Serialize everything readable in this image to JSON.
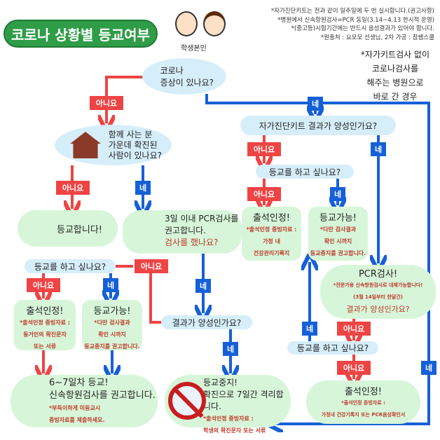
{
  "title": "코로나 상황별 등교여부",
  "subject_label": "학생본인",
  "notes": [
    "*자가진단키트는 전과 같이 일주일에 두 번 실시합니다.(권고사항)",
    "*병원에서 신속항원검사=PCR 동일(3.14~4.13 한시적 운영)",
    "*(중고등)시험기간에는 반드시 음성결과가 있어야 합니다.",
    "*원출처 : 요모모 선생님, 2차 가공 : 참쌤스쿨"
  ],
  "star_note": [
    "*자가키트검사 없이",
    "코로나검사를",
    "해주는 병원으로",
    "바로 간 경우"
  ],
  "labels": {
    "no": "아니요",
    "yes": "네"
  },
  "q_symptom": [
    "코로나",
    "증상이 있나요?"
  ],
  "q_household": [
    "함께 사는 분",
    "가운데 확진된",
    "사람이 있나요?"
  ],
  "q_selfkit": "자가진단키트 결과가 양성인가요?",
  "q_want_school": "등교를 하고 싶나요?",
  "q_result": "결과가 양성인가요?",
  "go_school": "등교합니다!",
  "pcr3": {
    "l1": "3일 이내 PCR검사를",
    "l2": "권고합니다.",
    "l3": "검사를 했나요?"
  },
  "attend_household": {
    "h": "출석인정!",
    "s": [
      "*출석인정 증빙자료 :",
      "동거인의 확진문자",
      "또는 서류"
    ]
  },
  "can_go_left": {
    "h": "등교가능!",
    "s": [
      "*다만 검사결과",
      "확인 시까지",
      "등교중지를 권고합니다."
    ]
  },
  "day67": {
    "h1": "6~7일차 등교!",
    "h2": "신속항원검사를 권고합니다.",
    "s": [
      "*부득이하게 미등교시",
      "증빙자료를 제출하세요."
    ]
  },
  "stop": {
    "h1": "등교중지!",
    "h2": "확진으로 7일간 격리합니다.",
    "s": [
      "*출석인정 증빙자료 :",
      "학생의 확진문자 또는 서류"
    ]
  },
  "attend_kit": {
    "h": "출석인정!",
    "s": [
      "*출석인정 증빙자료 :",
      "가정 내",
      "건강관리기록지"
    ]
  },
  "can_go_right": {
    "h": "등교가능!",
    "s": [
      "*다만 검사결과",
      "확인 시까지",
      "등교중지를 권고합니다."
    ]
  },
  "pcr": {
    "h": "PCR검사!",
    "s1": "*전문가용 신속항원검사로 대체가능합니다!",
    "s2": "(3월 14일부터 한달간)",
    "q": "결과가 양성인가요?"
  },
  "attend_pcr": {
    "h": "출석인정!",
    "s": [
      "*출석인정 증빙자료 :",
      "가정내 건강기록지 또는 PCR음성확인서"
    ]
  },
  "colors": {
    "no": "#ef4444",
    "yes": "#1560d8",
    "question": "#d6eefa",
    "result": "#d7f6d9",
    "title": "#2f9d47"
  }
}
